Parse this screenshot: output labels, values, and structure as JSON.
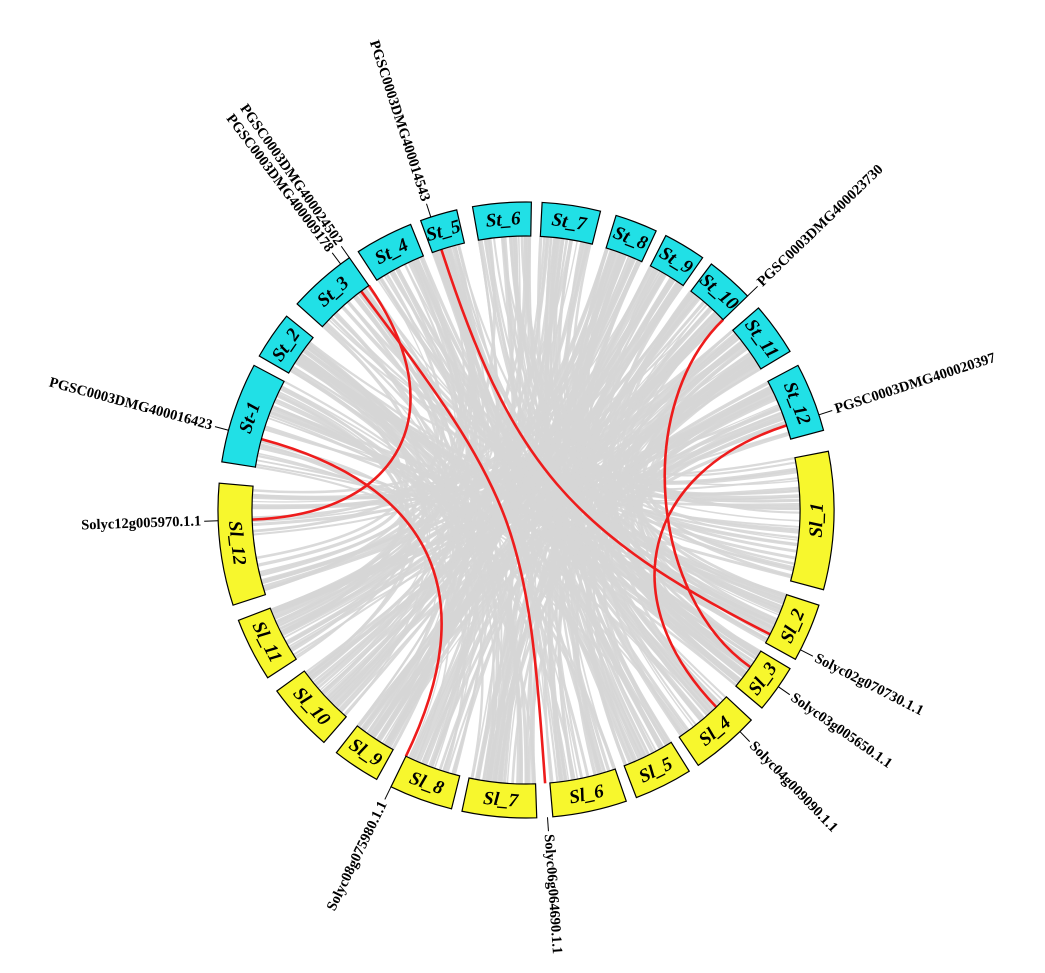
{
  "colors": {
    "potato": "#21e0e6",
    "tomato": "#f7f72d",
    "background_link": "#d6d6d6",
    "highlight_link": "#ee1c1c",
    "outline": "#000000"
  },
  "potato_chromosomes": [
    "St-1",
    "St_2",
    "St_3",
    "St_4",
    "St_5",
    "St_6",
    "St_7",
    "St_8",
    "St_9",
    "St_10",
    "St_11",
    "St_12"
  ],
  "tomato_chromosomes": [
    "Sl_1",
    "Sl_2",
    "Sl_3",
    "Sl_4",
    "Sl_5",
    "Sl_6",
    "Sl_7",
    "Sl_8",
    "Sl_9",
    "Sl_10",
    "Sl_11",
    "Sl_12"
  ],
  "gene_labels": [
    {
      "text": "PGSC0003DMG400014543",
      "chromosome": "St_5"
    },
    {
      "text": "PGSC0003DMG400009178",
      "chromosome": "St_3"
    },
    {
      "text": "PGSC0003DMG400024502",
      "chromosome": "St_3"
    },
    {
      "text": "PGSC0003DMG400023730",
      "chromosome": "St_10"
    },
    {
      "text": "PGSC0003DMG400020397",
      "chromosome": "St_12"
    },
    {
      "text": "PGSC0003DMG400016423",
      "chromosome": "St-1"
    },
    {
      "text": "Solyc12g005970.1.1",
      "chromosome": "Sl_12"
    },
    {
      "text": "Solyc02g070730.1.1",
      "chromosome": "Sl_2"
    },
    {
      "text": "Solyc03g005650.1.1",
      "chromosome": "Sl_3"
    },
    {
      "text": "Solyc04g009090.1.1",
      "chromosome": "Sl_4"
    },
    {
      "text": "Solyc06g064690.1.1",
      "chromosome": "Sl_6"
    },
    {
      "text": "Solyc08g075980.1.1",
      "chromosome": "Sl_8"
    }
  ],
  "syntenic_pairs": [
    {
      "potato": "PGSC0003DMG400014543",
      "tomato": "Solyc02g070730.1.1"
    },
    {
      "potato": "PGSC0003DMG400009178",
      "tomato": "Solyc06g064690.1.1"
    },
    {
      "potato": "PGSC0003DMG400024502",
      "tomato": "Solyc12g005970.1.1"
    },
    {
      "potato": "PGSC0003DMG400023730",
      "tomato": "Solyc03g005650.1.1"
    },
    {
      "potato": "PGSC0003DMG400020397",
      "tomato": "Solyc04g009090.1.1"
    },
    {
      "potato": "PGSC0003DMG400016423",
      "tomato": "Solyc08g075980.1.1"
    }
  ]
}
